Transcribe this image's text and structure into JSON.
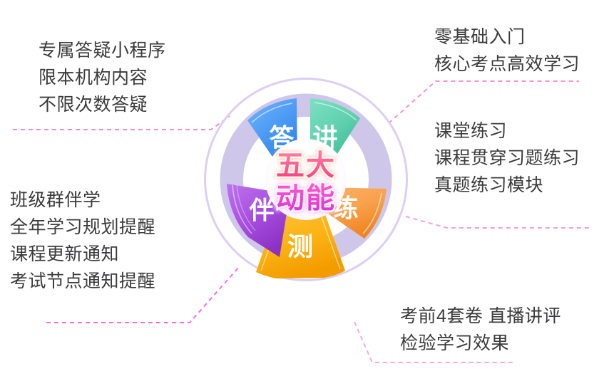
{
  "title": "五大动能",
  "center": {
    "line1": "五大",
    "line2": "动能",
    "color_line1": "#fa5a8c",
    "color_line2": "#e84bd8"
  },
  "colors": {
    "outer_ring": "#d9cdf0",
    "inner_ring": "#cdc5e8",
    "background": "#ffffff",
    "connector_line": "#f58fd9",
    "callout_text": "#3b3b3d",
    "petal_teach": "#5fd0b0",
    "petal_answer": "#4e9cf5",
    "petal_practice": "#f9a04a",
    "petal_test": "#fcb415",
    "petal_companion": "#a950e0"
  },
  "petals": [
    {
      "id": "teach",
      "label": "讲",
      "color": "#5fd0b0",
      "color_dark": "#3fb896",
      "angle": 36
    },
    {
      "id": "practice",
      "label": "练",
      "color": "#f9a04a",
      "color_dark": "#f08529",
      "angle": 108
    },
    {
      "id": "test",
      "label": "测",
      "color": "#fcb415",
      "color_dark": "#f09d05",
      "angle": 180
    },
    {
      "id": "companion",
      "label": "伴",
      "color": "#a950e0",
      "color_dark": "#8c34c6",
      "angle": 252
    },
    {
      "id": "answer",
      "label": "答",
      "color": "#4e9cf5",
      "color_dark": "#2f82e8",
      "angle": 324
    }
  ],
  "callouts": {
    "answer": {
      "lines": [
        "专属答疑小程序",
        "限本机构内容",
        "不限次数答疑"
      ]
    },
    "companion": {
      "lines": [
        "班级群伴学",
        "全年学习规划提醒",
        "课程更新通知",
        "考试节点通知提醒"
      ]
    },
    "teach": {
      "lines": [
        "零基础入门",
        "核心考点高效学习"
      ]
    },
    "practice": {
      "lines": [
        "课堂练习",
        "课程贯穿习题练习",
        "真题练习模块"
      ]
    },
    "test": {
      "lines": [
        "考前4套卷 直播讲评",
        "检验学习效果"
      ]
    }
  }
}
